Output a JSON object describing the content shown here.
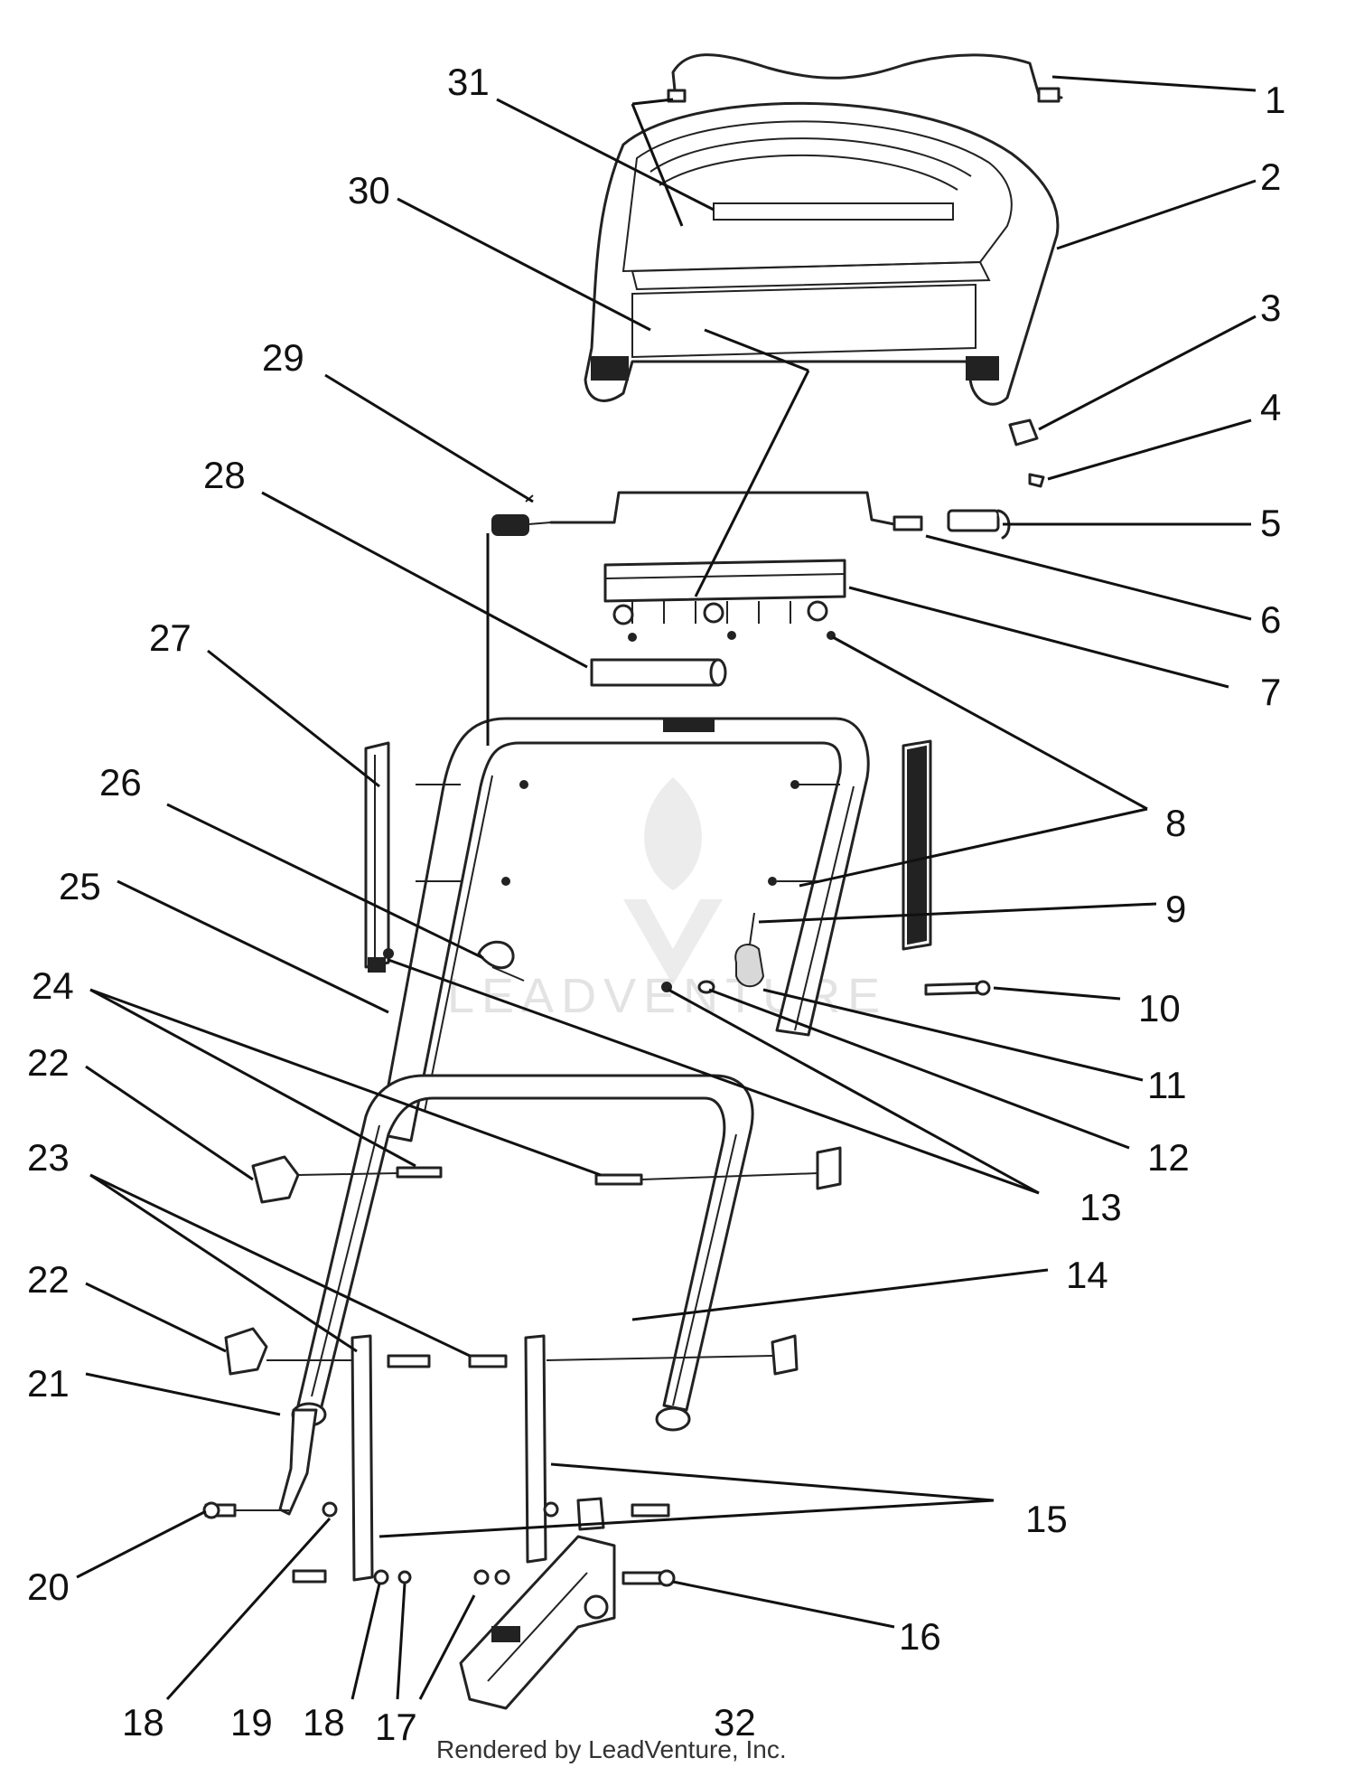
{
  "diagram": {
    "callouts": [
      "1",
      "2",
      "3",
      "4",
      "5",
      "6",
      "7",
      "8",
      "9",
      "10",
      "11",
      "12",
      "13",
      "14",
      "15",
      "16",
      "17",
      "18",
      "19",
      "20",
      "21",
      "22",
      "23",
      "24",
      "25",
      "26",
      "27",
      "28",
      "29",
      "30",
      "31",
      "32"
    ],
    "repeat_callouts": {
      "18b": "18",
      "22b": "22"
    },
    "watermark_text": "LEADVENTURE",
    "footer_credit": "Rendered by LeadVenture, Inc."
  }
}
